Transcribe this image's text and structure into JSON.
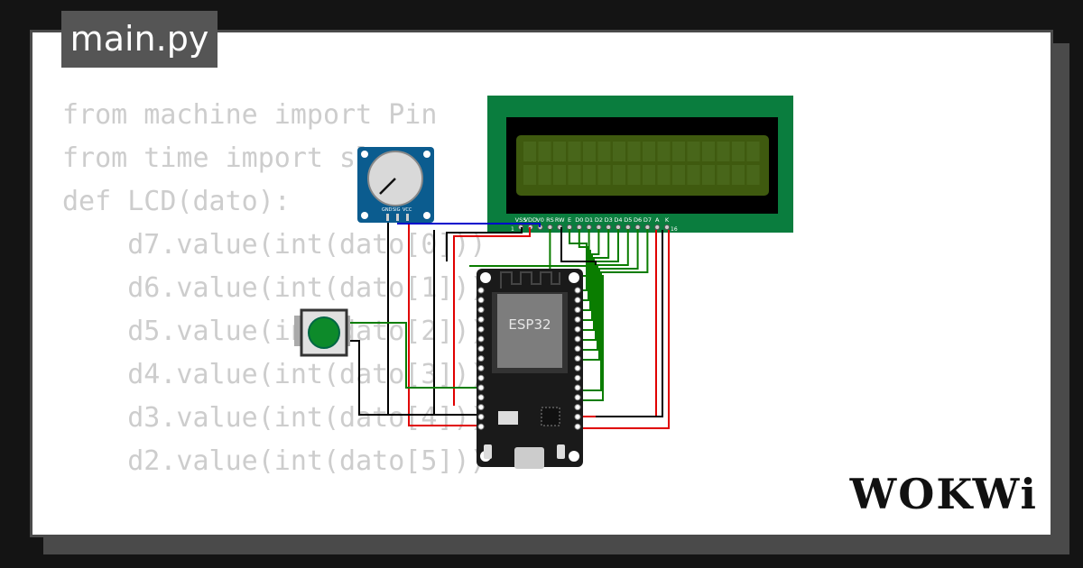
{
  "tab": {
    "filename": "main.py"
  },
  "code": {
    "lines": [
      "from machine import Pin",
      "from time import sleep",
      "",
      "",
      "def LCD(dato):",
      "    d7.value(int(dato[0]))",
      "    d6.value(int(dato[1]))",
      "    d5.value(int(dato[2]))",
      "    d4.value(int(dato[3]))",
      "    d3.value(int(dato[4]))",
      "    d2.value(int(dato[5]))"
    ]
  },
  "lcd": {
    "pin_labels": [
      "VSS",
      "VDD",
      "V0",
      "RS",
      "RW",
      "E",
      "D0",
      "D1",
      "D2",
      "D3",
      "D4",
      "D5",
      "D6",
      "D7",
      "A",
      "K"
    ],
    "pin_first": "1",
    "pin_last": "16",
    "pcb_color": "#0a7d3e",
    "screen_color": "#3f5a0f"
  },
  "potentiometer": {
    "pin_labels": [
      "GND",
      "SIG",
      "VCC"
    ],
    "board_color": "#0b5c8f"
  },
  "esp32": {
    "chip_label": "ESP32",
    "board_color": "#1a1a1a"
  },
  "button": {
    "cap_color": "#0d8a2a"
  },
  "brand": {
    "logo_text": "WOKWi"
  },
  "colors": {
    "wire_green": "#0a7d00",
    "wire_red": "#e00000",
    "wire_black": "#000000",
    "wire_blue": "#0000cc"
  }
}
